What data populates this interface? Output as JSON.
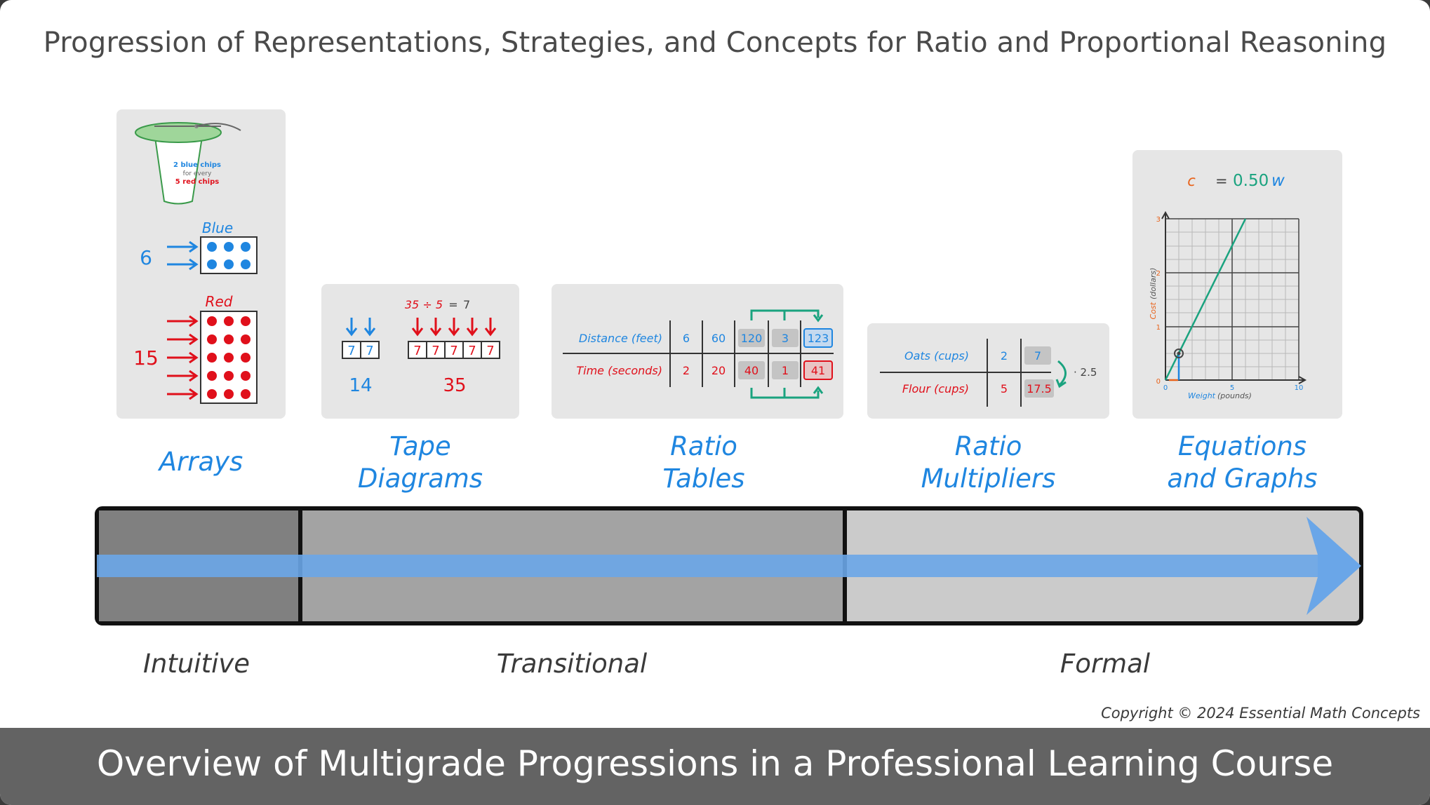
{
  "title": "Progression of Representations, Strategies, and Concepts for Ratio and Proportional Reasoning",
  "arrays_card": {
    "bucket_line1": "2 blue chips",
    "bucket_line2": "for every",
    "bucket_line3": "5 red chips",
    "blue_label": "Blue",
    "blue_count": "6",
    "red_label": "Red",
    "red_count": "15"
  },
  "tape_card": {
    "left_cells": [
      "7",
      "7"
    ],
    "left_total": "14",
    "equation_left": "35 ÷ 5",
    "equation_eq": "=",
    "equation_right": "7",
    "right_cells": [
      "7",
      "7",
      "7",
      "7",
      "7"
    ],
    "right_total": "35"
  },
  "ratio_table_card": {
    "row1_label": "Distance (feet)",
    "row1_values": [
      "6",
      "60",
      "120",
      "3",
      "123"
    ],
    "row2_label": "Time (seconds)",
    "row2_values": [
      "2",
      "20",
      "40",
      "1",
      "41"
    ]
  },
  "multiplier_card": {
    "row1_label": "Oats (cups)",
    "row1_values": [
      "2",
      "7"
    ],
    "row2_label": "Flour (cups)",
    "row2_values": [
      "5",
      "17.5"
    ],
    "multiplier": "· 2.5"
  },
  "graph_card": {
    "eq_left": "c",
    "eq_equals": "=",
    "eq_coef": "0.50",
    "eq_var": "w",
    "y_ticks": [
      "0",
      "1",
      "2",
      "3"
    ],
    "x_ticks": [
      "0",
      "5",
      "10"
    ],
    "y_label_colored": "Cost",
    "y_label_rest": "(dollars)",
    "x_label_colored": "Weight",
    "x_label_rest": "(pounds)"
  },
  "categories": {
    "arrays": "Arrays",
    "tape_1": "Tape",
    "tape_2": "Diagrams",
    "ratio_tables_1": "Ratio",
    "ratio_tables_2": "Tables",
    "ratio_multipliers_1": "Ratio",
    "ratio_multipliers_2": "Multipliers",
    "equations_1": "Equations",
    "equations_2": "and Graphs"
  },
  "stages": {
    "intuitive": "Intuitive",
    "transitional": "Transitional",
    "formal": "Formal"
  },
  "copyright": "Copyright © 2024 Essential Math Concepts",
  "footer": "Overview of Multigrade Progressions in a Professional Learning Course",
  "colors": {
    "blue": "#1f86e0",
    "red": "#e0101b",
    "teal": "#1aa37f",
    "orange": "#e8621a",
    "card": "#e6e6e6",
    "stage_intuitive": "#808080",
    "stage_transitional": "#a3a3a3",
    "stage_formal": "#cbcbcb",
    "arrow": "#6aa6e8"
  }
}
